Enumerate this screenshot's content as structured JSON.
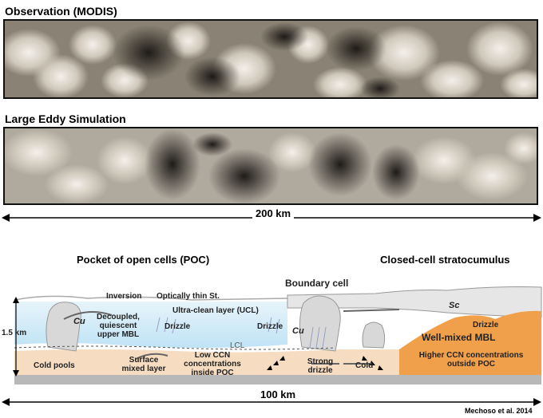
{
  "panels": {
    "observation_title": "Observation (MODIS)",
    "les_title": "Large Eddy Simulation",
    "scale_200": "200 km"
  },
  "schematic": {
    "poc_title": "Pocket of open cells (POC)",
    "closed_title": "Closed-cell stratocumulus",
    "boundary_cell": "Boundary cell",
    "inversion": "Inversion",
    "optically_thin": "Optically thin St.",
    "ucl": "Ultra-clean layer (UCL)",
    "decoupled": [
      "Decoupled,",
      "quiescent",
      "upper MBL"
    ],
    "drizzle_left": "Drizzle",
    "drizzle_mid": "Drizzle",
    "drizzle_right": "Drizzle",
    "cu_left": "Cu",
    "cu_mid": "Cu",
    "sc": "Sc",
    "height": "1.5 km",
    "lcl": "LCL",
    "cold_pools": "Cold pools",
    "surface_mixed": [
      "Surface",
      "mixed layer"
    ],
    "low_ccn": [
      "Low CCN",
      "concentrations",
      "inside POC"
    ],
    "strong_drizzle": [
      "Strong",
      "drizzle"
    ],
    "cold": "Cold",
    "well_mixed": "Well-mixed MBL",
    "higher_ccn": [
      "Higher CCN concentrations",
      "outside POC"
    ],
    "scale_100": "100 km",
    "citation": "Mechoso et al. 2014"
  },
  "colors": {
    "ucl_blue": "#bfe3f5",
    "surface_layer": "#f6dcc0",
    "well_mixed": "#f0a04a",
    "ocean": "#b8b8b8"
  }
}
